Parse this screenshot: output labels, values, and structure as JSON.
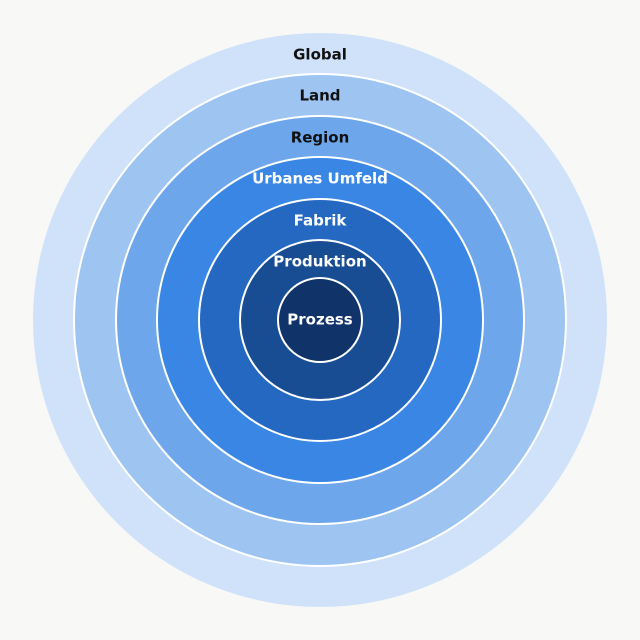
{
  "rings": [
    {
      "label": "Global",
      "fill": "#cfe2fa",
      "text_color": "#111111"
    },
    {
      "label": "Land",
      "fill": "#9ec5f2",
      "text_color": "#111111"
    },
    {
      "label": "Region",
      "fill": "#6ea6ec",
      "text_color": "#111111"
    },
    {
      "label": "Urbanes Umfeld",
      "fill": "#3986e4",
      "text_color": "#ffffff"
    },
    {
      "label": "Fabrik",
      "fill": "#2468c2",
      "text_color": "#ffffff"
    },
    {
      "label": "Produktion",
      "fill": "#184d94",
      "text_color": "#ffffff"
    },
    {
      "label": "Prozess",
      "fill": "#10336a",
      "text_color": "#ffffff"
    }
  ],
  "stroke_color": "#ffffff"
}
